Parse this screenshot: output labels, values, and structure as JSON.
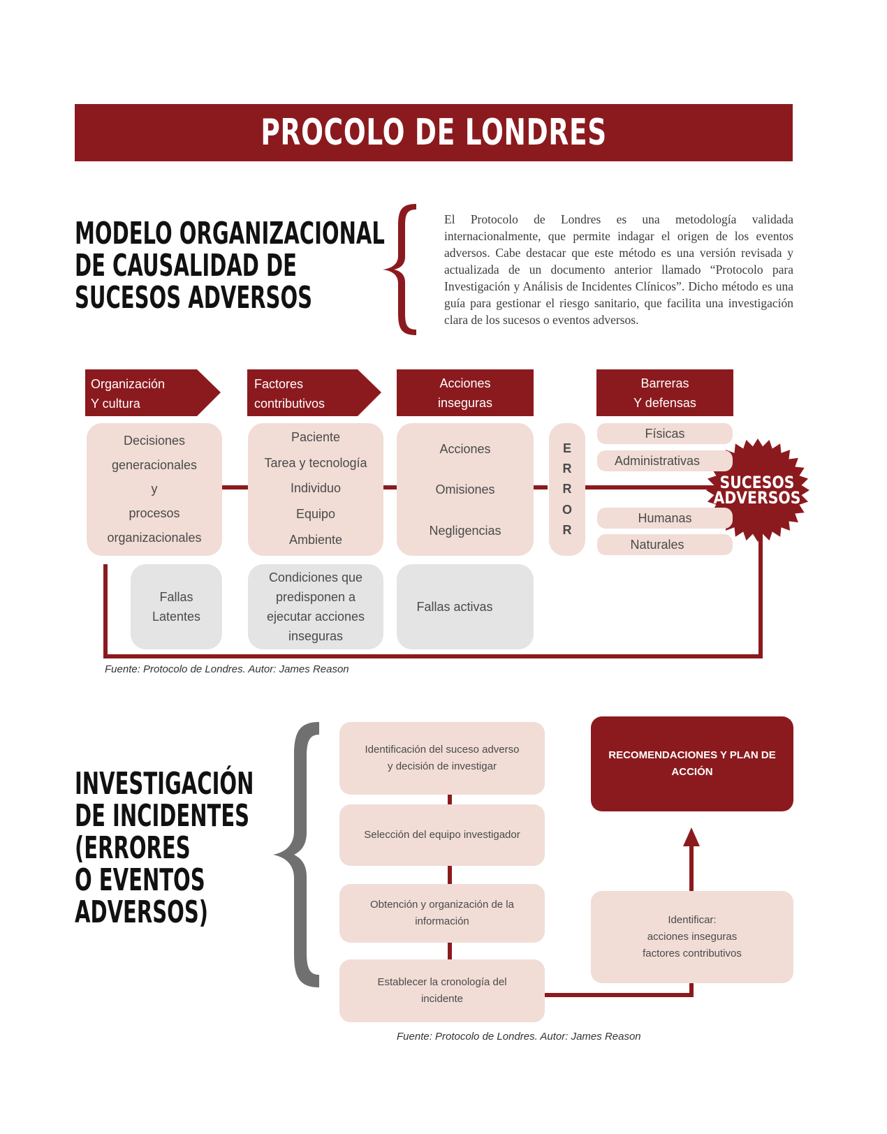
{
  "banner": {
    "title": "PROCOLO DE LONDRES"
  },
  "section1": {
    "title": "MODELO ORGANIZACIONAL\nDE CAUSALIDAD DE\nSUCESOS ADVERSOS",
    "intro": "El Protocolo de Londres es una metodología validada internacionalmente, que permite indagar el origen de los eventos adversos. Cabe destacar que este método es una versión revisada y actualizada de un documento anterior llamado “Protocolo para Investigación y Análisis de Incidentes Clínicos”. Dicho método es una guía para gestionar el riesgo sanitario, que facilita una investigación clara de los sucesos o eventos adversos."
  },
  "model": {
    "headers": [
      {
        "line1": "Organización",
        "line2": "Y cultura"
      },
      {
        "line1": "Factores",
        "line2": "contributivos"
      },
      {
        "line1": "Acciones",
        "line2": "inseguras"
      },
      {
        "line1": "Barreras",
        "line2": "Y defensas"
      }
    ],
    "organization": [
      "Decisiones",
      "generacionales",
      "y",
      "procesos",
      "organizacionales"
    ],
    "factors": [
      "Paciente",
      "Tarea y tecnología",
      "Individuo",
      "Equipo",
      "Ambiente"
    ],
    "actions": [
      "Acciones",
      "Omisiones",
      "Negligencias"
    ],
    "error_letters": [
      "E",
      "R",
      "R",
      "O",
      "R"
    ],
    "barriers": [
      "Físicas",
      "Administrativas",
      "Humanas",
      "Naturales"
    ],
    "outcome": {
      "line1": "SUCESOS",
      "line2": "ADVERSOS"
    },
    "bottom": {
      "latent": [
        "Fallas",
        "Latentes"
      ],
      "conditions": [
        "Condiciones que",
        "predisponen a",
        "ejecutar acciones",
        "inseguras"
      ],
      "active": "Fallas activas"
    }
  },
  "caption1": "Fuente: Protocolo de Londres. Autor: James Reason",
  "section2": {
    "title": "INVESTIGACIÓN\nDE INCIDENTES\n(ERRORES\nO EVENTOS\nADVERSOS)",
    "steps": [
      [
        "Identificación del suceso adverso",
        "y decisión de investigar"
      ],
      [
        "Selección del equipo investigador"
      ],
      [
        "Obtención y organización de la",
        "información"
      ],
      [
        "Establecer la cronología del",
        "incidente"
      ]
    ],
    "identify": [
      "Identificar:",
      "acciones inseguras",
      "factores contributivos"
    ],
    "recommendations": [
      "RECOMENDACIONES Y PLAN DE",
      "ACCIÓN"
    ]
  },
  "caption2": "Fuente: Protocolo de Londres. Autor: James Reason",
  "colors": {
    "accent": "#8b1a1e",
    "pink": "#f1ddd6",
    "grey": "#e4e4e4",
    "brace_grey": "#707070"
  }
}
